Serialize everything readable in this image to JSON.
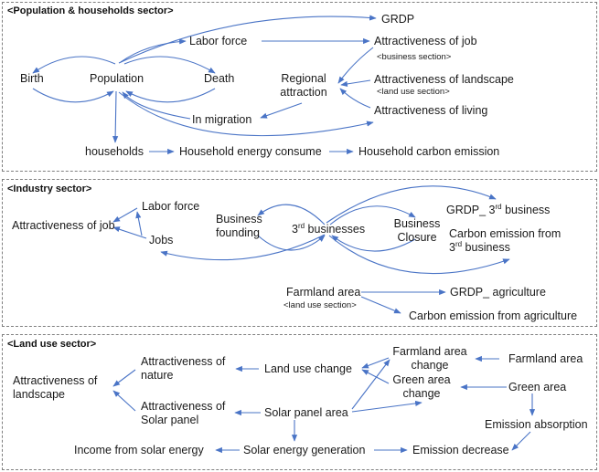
{
  "sectors": {
    "population": {
      "title": "<Population & households sector>",
      "nodes": {
        "grdp": "GRDP",
        "labor_force": "Labor force",
        "attr_job": "Attractiveness of job",
        "business_section": "<business section>",
        "birth": "Birth",
        "population": "Population",
        "death": "Death",
        "regional_attraction_1": "Regional",
        "regional_attraction_2": "attraction",
        "attr_landscape": "Attractiveness of landscape",
        "land_use_section": "<land use section>",
        "attr_living": "Attractiveness of living",
        "in_migration": "In migration",
        "households": "households",
        "household_energy": "Household energy consume",
        "household_carbon": "Household carbon emission"
      }
    },
    "industry": {
      "title": "<Industry sector>",
      "nodes": {
        "labor_force": "Labor force",
        "attr_job": "Attractiveness of job",
        "jobs": "Jobs",
        "business_founding_1": "Business",
        "business_founding_2": "founding",
        "third_businesses_num": "3",
        "third_businesses_sup": "rd",
        "third_businesses_text": " businesses",
        "business_closure_1": "Business",
        "business_closure_2": "Closure",
        "grdp_3rd_pre": "GRDP_ 3",
        "grdp_3rd_sup": "rd",
        "grdp_3rd_post": " business",
        "carbon_3rd_1": "Carbon emission from",
        "carbon_3rd_num": "3",
        "carbon_3rd_sup": "rd",
        "carbon_3rd_post": " business",
        "farmland_area": "Farmland area",
        "land_use_section": "<land use section>",
        "grdp_agriculture": "GRDP_ agriculture",
        "carbon_agriculture": "Carbon emission from agriculture"
      }
    },
    "landuse": {
      "title": "<Land use sector>",
      "nodes": {
        "attr_landscape_1": "Attractiveness of",
        "attr_landscape_2": "landscape",
        "attr_nature_1": "Attractiveness of",
        "attr_nature_2": "nature",
        "attr_solar_1": "Attractiveness of",
        "attr_solar_2": "Solar panel",
        "land_use_change": "Land use change",
        "farmland_change_1": "Farmland area",
        "farmland_change_2": "change",
        "green_change_1": "Green area",
        "green_change_2": "change",
        "farmland_area": "Farmland area",
        "green_area": "Green area",
        "solar_panel_area": "Solar panel area",
        "emission_absorption": "Emission absorption",
        "income_solar": "Income from solar energy",
        "solar_generation": "Solar energy generation",
        "emission_decrease": "Emission decrease"
      }
    }
  },
  "colors": {
    "arrow": "#4a74c6",
    "border": "#7f7f7f",
    "text": "#1a1a1a"
  }
}
